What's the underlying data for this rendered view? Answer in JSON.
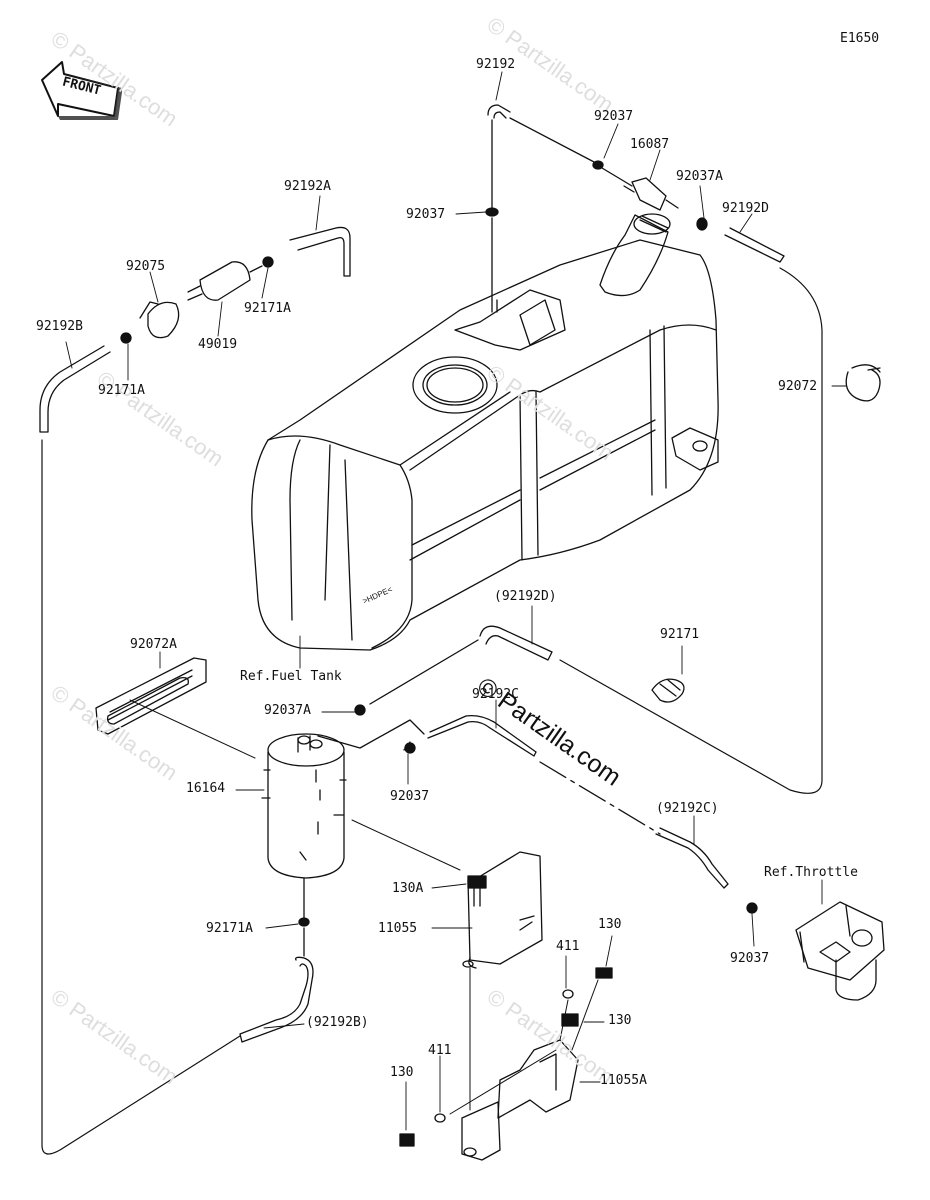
{
  "diagram_code": "E1650",
  "front_label": "FRONT",
  "watermark": "© Partzilla.com",
  "brand": "© Partzilla.com",
  "labels": {
    "p92192_top": "92192",
    "p92037_a": "92037",
    "p16087": "16087",
    "p92037A_top": "92037A",
    "p92192D_top": "92192D",
    "p92037_left": "92037",
    "p92192A": "92192A",
    "p92075": "92075",
    "p92171A_mid": "92171A",
    "p49019": "49019",
    "p92192B_top": "92192B",
    "p92171A_left": "92171A",
    "p92072": "92072",
    "ref_fuel_tank": "Ref.Fuel Tank",
    "p92192D_paren": "(92192D)",
    "p92171": "92171",
    "p92072A": "92072A",
    "p92037A_low": "92037A",
    "p92192C": "92192C",
    "p16164": "16164",
    "p92037_low": "92037",
    "p92192C_paren": "(92192C)",
    "ref_throttle": "Ref.Throttle",
    "p130A": "130A",
    "p11055": "11055",
    "p92171A_low": "92171A",
    "p92037_right": "92037",
    "p411_top": "411",
    "p130_top": "130",
    "p130_mid": "130",
    "p92192B_paren": "(92192B)",
    "p411_low": "411",
    "p130_low": "130",
    "p11055A": "11055A",
    "hdpe_mark": ">HDPE<"
  }
}
